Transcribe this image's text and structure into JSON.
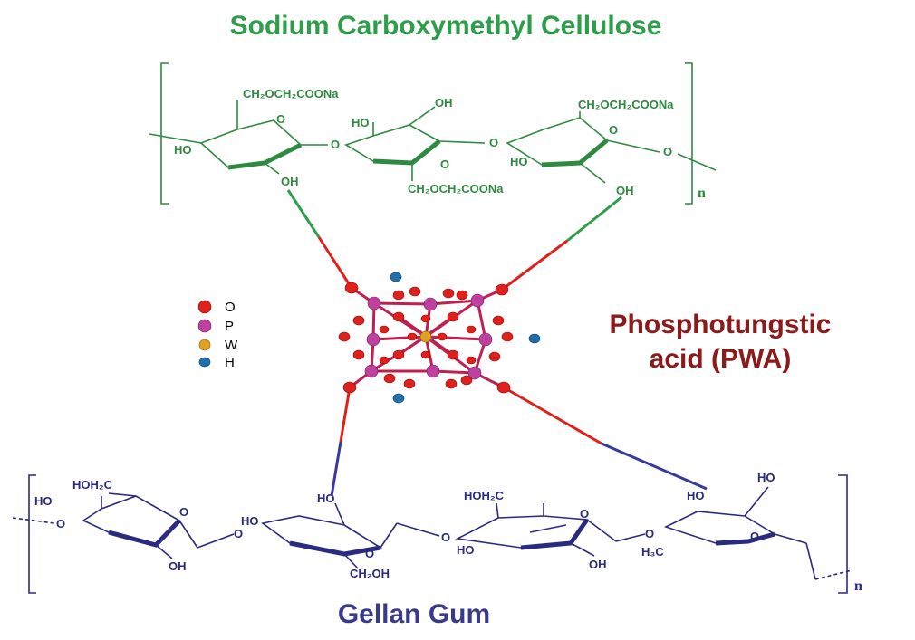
{
  "titles": {
    "top": "Sodium Carboxymethyl Cellulose",
    "middle_line1": "Phosphotungstic",
    "middle_line2": "acid (PWA)",
    "bottom": "Gellan Gum"
  },
  "colors": {
    "cmc": "#2e9e4a",
    "pwa": "#8b1a1a",
    "gellan": "#3a3a8c",
    "bond_red": "#e0201b",
    "oxygen": "#e0201b",
    "phosphorus": "#c040a0",
    "tungsten": "#e0a020",
    "hydrogen": "#2070b0"
  },
  "legend": [
    {
      "symbol": "O",
      "color": "#e0201b"
    },
    {
      "symbol": "P",
      "color": "#c040a0"
    },
    {
      "symbol": "W",
      "color": "#e0a020"
    },
    {
      "symbol": "H",
      "color": "#2070b0"
    }
  ],
  "cmc_labels": {
    "sub1": "CH₂OCH₂COONa",
    "sub2": "CH₂OCH₂COONa",
    "sub3": "CH₂OCH₂COONa",
    "ho1": "HO",
    "oh1": "OH",
    "ho2": "HO",
    "oh2": "OH",
    "ho3": "HO",
    "oh3": "OH",
    "o_ring1": "O",
    "o_ring2": "O",
    "o_ring3": "O",
    "o_link1": "O",
    "o_link2": "O",
    "o_end": "O",
    "n": "n"
  },
  "gellan_labels": {
    "hoh2c1": "HOH₂C",
    "ho1": "HO",
    "o_left": "O",
    "o_ring1": "O",
    "oh1": "OH",
    "o_link1": "O",
    "ho2": "HO",
    "ho2b": "HO",
    "o_ring2": "O",
    "ch2oh": "CH₂OH",
    "o_link2": "O",
    "hoh2c2": "HOH₂C",
    "o_ring3": "O",
    "ho3": "HO",
    "oh3": "OH",
    "o_link3": "O",
    "ho4": "HO",
    "ho4b": "HO",
    "h3c": "H₃C",
    "o_ring4": "O",
    "n": "n"
  }
}
